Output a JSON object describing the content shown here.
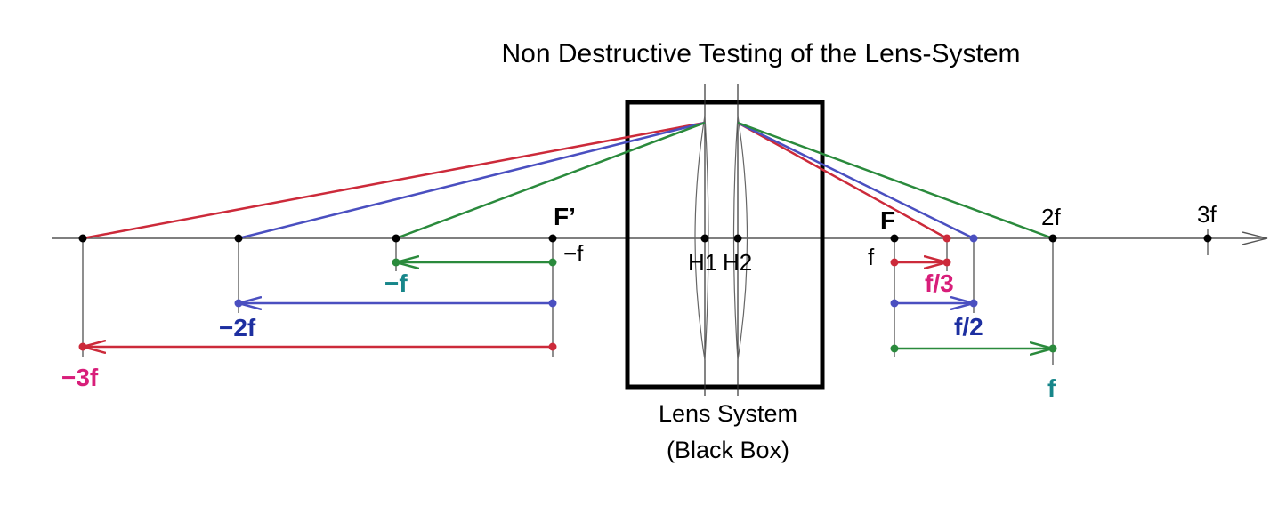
{
  "title": "Non Destructive Testing of the Lens-System",
  "box_caption": [
    "Lens System",
    "(Black Box)"
  ],
  "principal_planes": {
    "h1": "H1",
    "h2": "H2"
  },
  "focal_points": {
    "object_side": "F’",
    "image_side": "F"
  },
  "axis_labels": {
    "minus_f": "−f",
    "f": "f",
    "two_f": "2f",
    "three_f": "3f"
  },
  "distance_labels": {
    "neg_f": "−f",
    "neg_2f": "−2f",
    "neg_3f": "−3f",
    "f_over_3": "f/3",
    "f_over_2": "f/2",
    "f": "f"
  },
  "colors": {
    "red": "#cc2a3a",
    "blue": "#4a4fc0",
    "green": "#2a8a3c",
    "teal": "#17868a",
    "navy": "#1d2fa0",
    "magenta": "#d81e7a"
  }
}
